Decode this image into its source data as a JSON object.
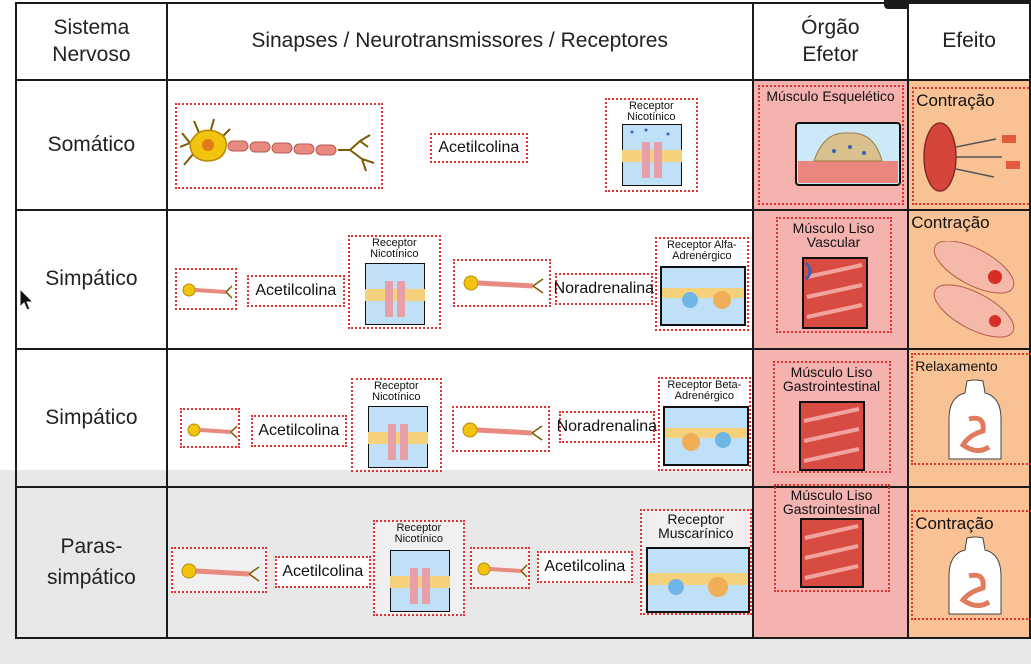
{
  "headers": {
    "sistema": [
      "Sistema",
      "Nervoso"
    ],
    "sinapses": "Sinapses / Neurotransmissores / Receptores",
    "orgao": [
      "Órgão",
      "Efetor"
    ],
    "efeito": "Efeito"
  },
  "rows": [
    {
      "sistema": [
        "Somático"
      ],
      "neurotransmissor": "Acetilcolina",
      "receptor": "Receptor Nicotínico",
      "orgao": "Músculo Esquelético",
      "efeito": "Contração"
    },
    {
      "sistema": [
        "Simpático"
      ],
      "neurotransmissor1": "Acetilcolina",
      "receptor1": "Receptor Nicotínico",
      "neurotransmissor2": "Noradrenalina",
      "receptor2": "Receptor Alfa-Adrenérgico",
      "orgao": "Músculo Liso Vascular",
      "efeito": "Contração"
    },
    {
      "sistema": [
        "Simpático"
      ],
      "neurotransmissor1": "Acetilcolina",
      "receptor1": "Receptor Nicotínico",
      "neurotransmissor2": "Noradrenalina",
      "receptor2": "Receptor Beta-Adrenérgico",
      "orgao": "Músculo Liso Gastrointestinal",
      "efeito": "Relaxamento"
    },
    {
      "sistema": [
        "Paras-",
        "simpático"
      ],
      "neurotransmissor1": "Acetilcolina",
      "receptor1": "Receptor Nicotínico",
      "neurotransmissor2": "Acetilcolina",
      "receptor2": "Receptor Muscarínico",
      "orgao": "Músculo Liso Gastrointestinal",
      "efeito": "Contração"
    }
  ],
  "colors": {
    "efetor": "#f5b3b0",
    "efeito": "#f8c294",
    "dotted_box": "#dd3333"
  }
}
